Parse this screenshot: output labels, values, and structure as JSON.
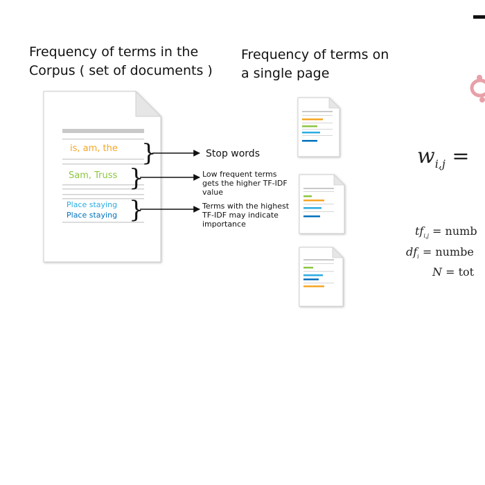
{
  "corpus": {
    "heading_line1": "Frequency of terms in the",
    "heading_line2": "Corpus ( set of documents )",
    "terms": {
      "stop": "is, am, the",
      "low_frequent": "Sam, Truss",
      "highest_1": "Place staying",
      "highest_2": "Place staying"
    },
    "annotations": {
      "stop_words": "Stop words",
      "low_line1": "Low frequent terms",
      "low_line2": "gets the higher TF-IDF",
      "low_line3": "value",
      "high_line1": "Terms with the highest",
      "high_line2": "TF-IDF may indicate",
      "high_line3": "importance"
    }
  },
  "single_page": {
    "heading_line1": "Frequency of terms on",
    "heading_line2": "a single page"
  },
  "formula": {
    "weight": "w",
    "weight_sub": "i,j",
    "equals": "=",
    "tf_def": "tf",
    "tf_sub": "i,j",
    "tf_text": "= numb",
    "df_def": "df",
    "df_sub": "i",
    "df_text": "= numbe",
    "n_def": "N",
    "n_text": "= tot"
  },
  "colors": {
    "orange": "#f5a623",
    "green": "#8cc63f",
    "light_blue": "#29abe2",
    "blue": "#0071bc",
    "gray_line": "#c8c8c8",
    "logo_pink": "#e8a0a8"
  }
}
